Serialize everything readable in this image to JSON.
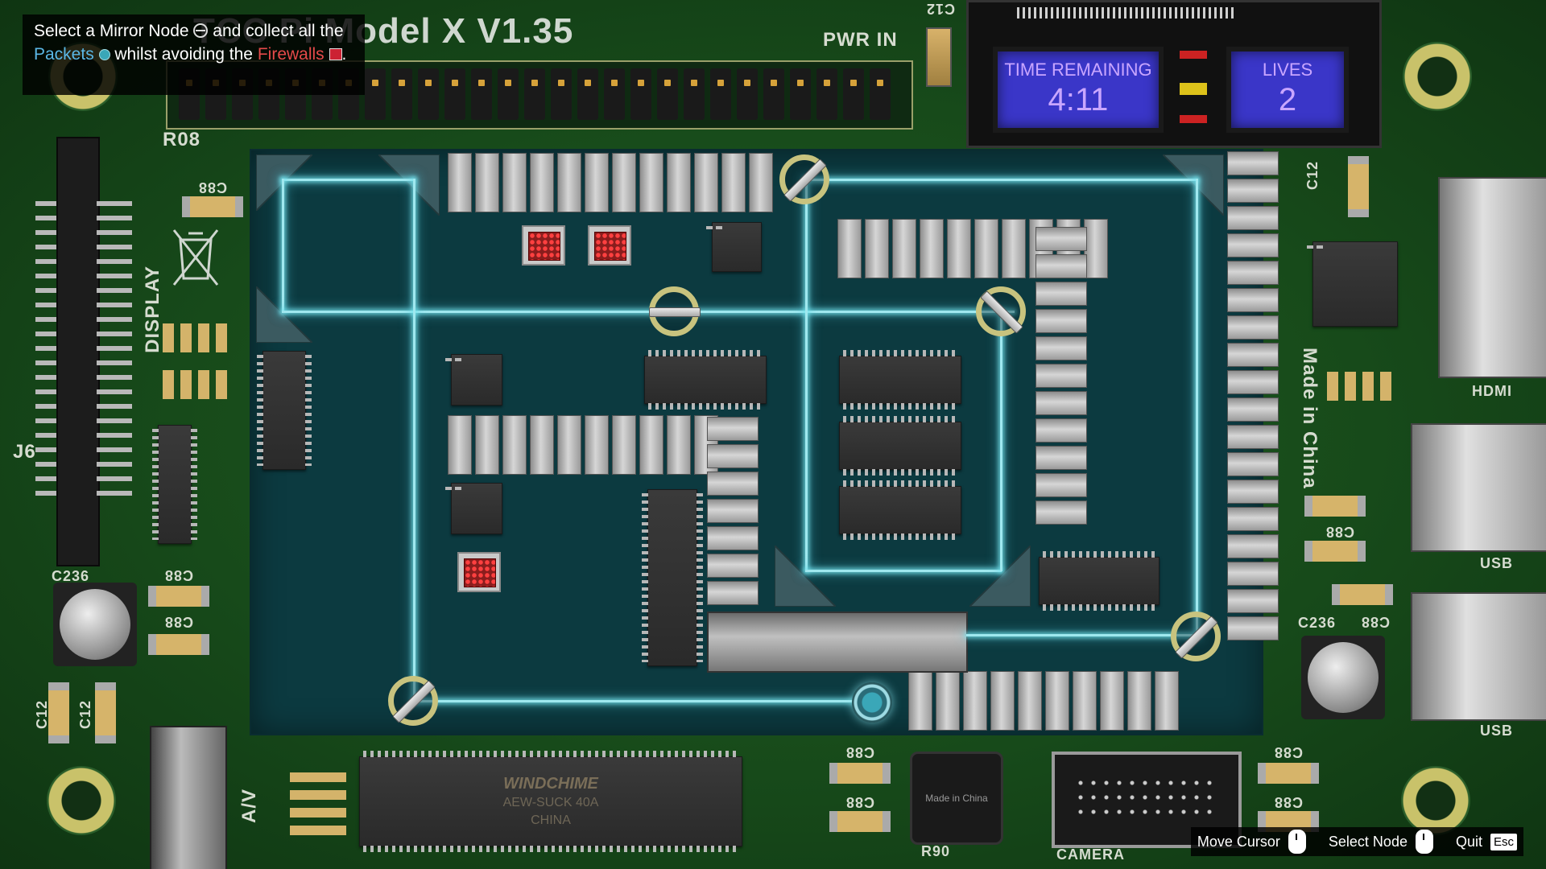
{
  "instruction": {
    "part1": "Select a Mirror Node",
    "part2": "and collect all the",
    "packets": "Packets",
    "part3": "whilst avoiding the",
    "firewalls": "Firewalls",
    "part4": "."
  },
  "board_title": "TCC Pi Model X V1.35",
  "hud": {
    "time_label": "TIME REMAINING",
    "time_value": "4:11",
    "lives_label": "LIVES",
    "lives_value": "2"
  },
  "silkscreen": {
    "pwr_in": "PWR IN",
    "r08": "R08",
    "display": "DISPLAY",
    "j6": "J6",
    "c236_left": "C236",
    "c236_right": "C236",
    "c88": "C88",
    "c12": "C12",
    "made_in_china": "Made in China",
    "hdmi": "HDMI",
    "usb": "USB",
    "av": "A/V",
    "r90": "R90",
    "camera": "CAMERA",
    "chip_brand": "WINDCHIME",
    "chip_model": "AEW-SUCK 40A",
    "chip_origin": "CHINA",
    "small_chip_label": "Made in China"
  },
  "controls": {
    "move_cursor": "Move Cursor",
    "select_node": "Select Node",
    "quit": "Quit",
    "esc_key": "Esc"
  },
  "colors": {
    "beam": "#9fe8ef",
    "lcd": "#3a36c8",
    "packets_highlight": "#5bb7e6",
    "firewalls_highlight": "#e64a4a",
    "mirror_ring": "#c8c37e"
  }
}
